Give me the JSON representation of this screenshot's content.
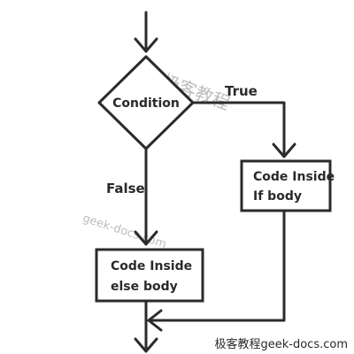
{
  "nodes": {
    "condition": "Condition",
    "if_body": [
      "Code Inside",
      "If body"
    ],
    "else_body": [
      "Code Inside",
      "else body"
    ]
  },
  "edges": {
    "true_label": "True",
    "false_label": "False"
  },
  "watermark": {
    "text_cn": "极客教程",
    "url": "geek-docs.com",
    "footer": "极客教程geek-docs.com"
  },
  "colors": {
    "stroke": "#2b2b2b",
    "text": "#2a2a2a",
    "watermark": "#bdbdbd"
  }
}
